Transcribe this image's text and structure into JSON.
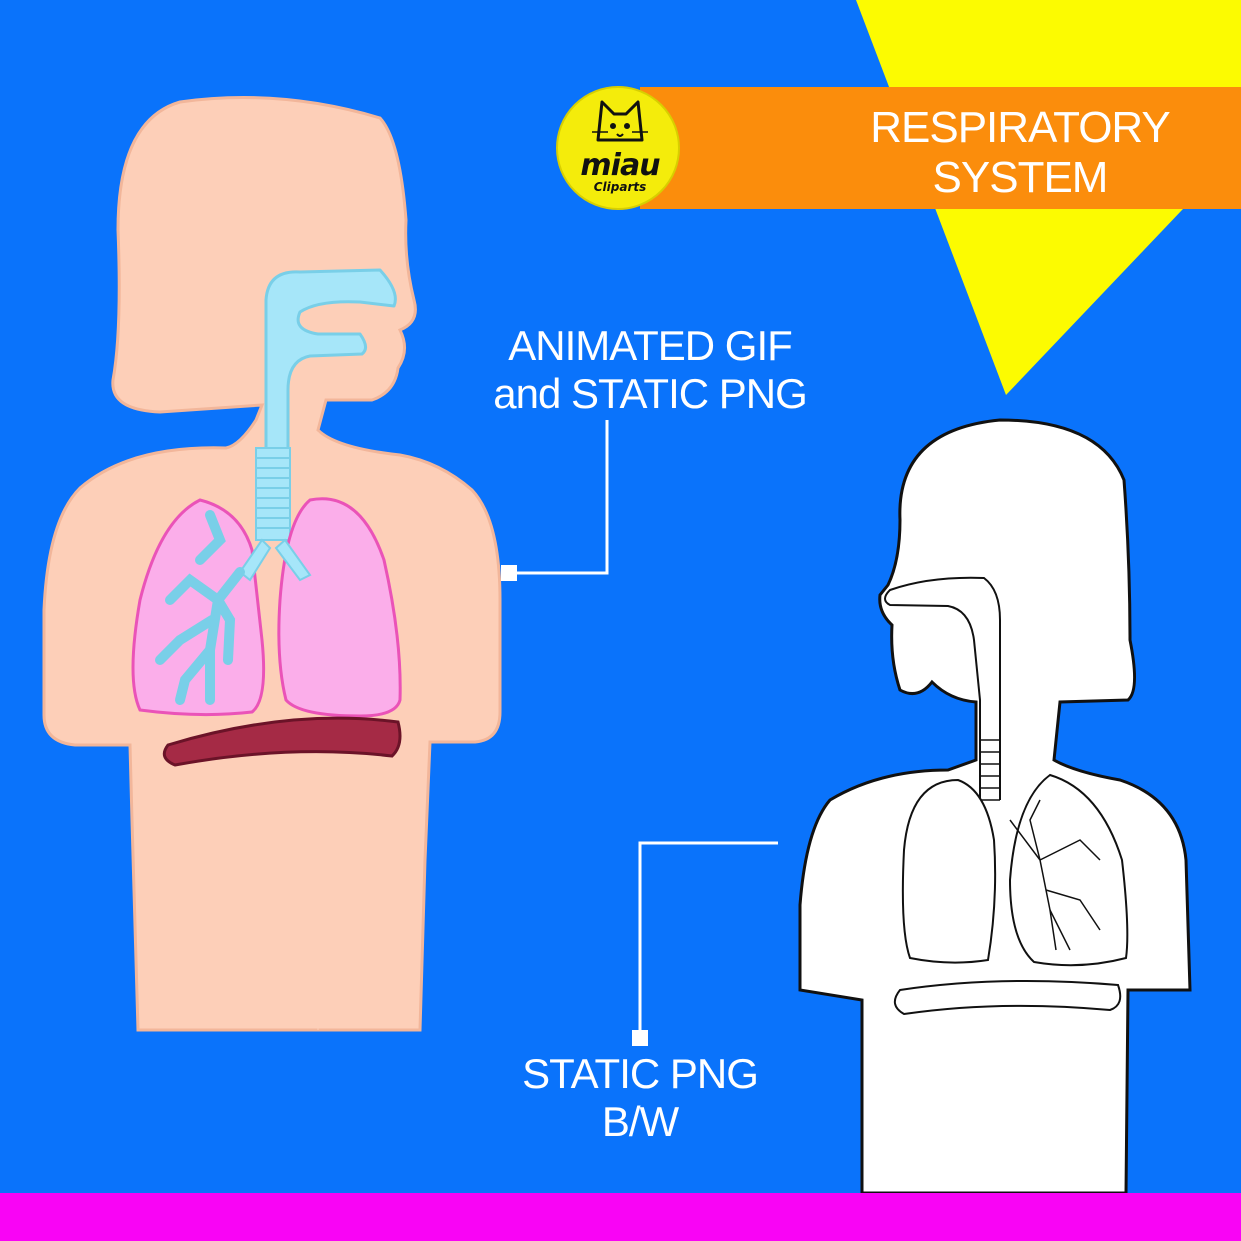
{
  "title": {
    "line1": "RESPIRATORY",
    "line2": "SYSTEM"
  },
  "logo": {
    "word": "miau",
    "sub": "Cliparts"
  },
  "callouts": {
    "color_version": {
      "line1": "ANIMATED GIF",
      "line2": "and STATIC PNG"
    },
    "bw_version": {
      "line1": "STATIC PNG",
      "line2": "B/W"
    }
  },
  "colors": {
    "background": "#0a73fb",
    "triangle": "#fcfb01",
    "banner": "#fb8d0c",
    "stripe": "#f904f5",
    "skin": "#fdcfb8",
    "airway": "#a6e6f9",
    "lung": "#fbaeea",
    "diaphragm": "#a52a45"
  }
}
